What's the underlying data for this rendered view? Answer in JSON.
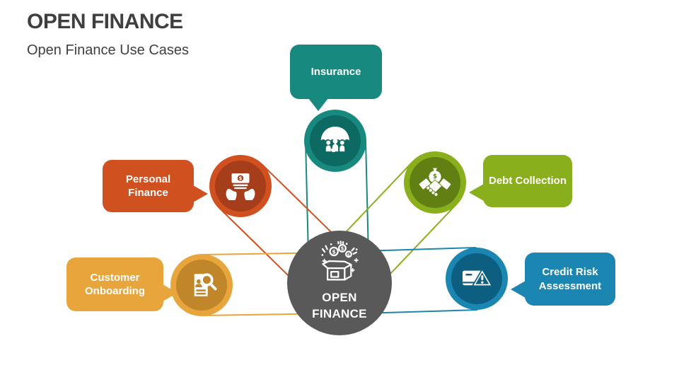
{
  "header": {
    "title": "OPEN FINANCE",
    "subtitle": "Open Finance Use Cases"
  },
  "center": {
    "label_line1": "OPEN",
    "label_line2": "FINANCE",
    "icon": "open-box-coins-icon",
    "color": "#595959"
  },
  "nodes": {
    "insurance": {
      "label": "Insurance",
      "icon": "umbrella-family-icon",
      "color": "#17897F",
      "inner_color": "#0D6A62"
    },
    "personal": {
      "label": "Personal Finance",
      "icon": "hands-money-icon",
      "color": "#D1501F",
      "inner_color": "#A63D1B"
    },
    "debt": {
      "label": "Debt Collection",
      "icon": "handshake-moneybag-icon",
      "color": "#8AAF1C",
      "inner_color": "#617F12"
    },
    "customer": {
      "label": "Customer Onboarding",
      "icon": "document-search-icon",
      "color": "#E7A53C",
      "inner_color": "#C08629"
    },
    "credit": {
      "label": "Credit Risk Assessment",
      "icon": "creditcard-warning-icon",
      "color": "#1B86B1",
      "inner_color": "#0D5F81"
    }
  },
  "glyphs": {
    "dollar": "$",
    "cent": "¢"
  },
  "canvas": {
    "background": "#FFFFFF",
    "title_color": "#3F3F3F",
    "text_color": "#FFFFFF"
  }
}
